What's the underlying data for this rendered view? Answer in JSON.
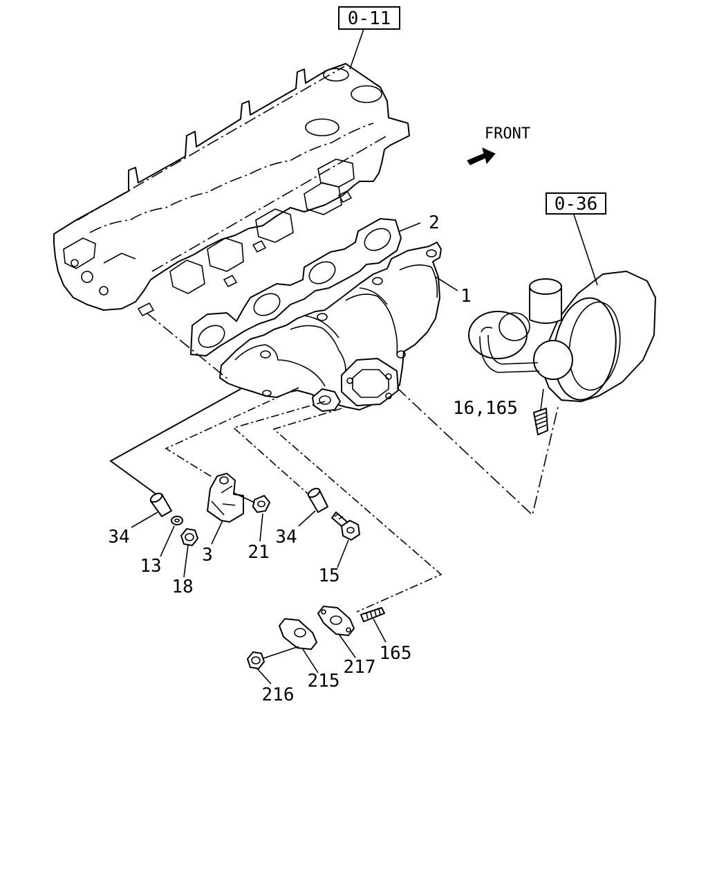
{
  "refs": {
    "cylinder_head": "0-11",
    "turbocharger": "0-36"
  },
  "front_label": "FRONT",
  "callouts": {
    "exhaust_manifold": "1",
    "manifold_gasket": "2",
    "bracket": "3",
    "dowel_left": "34",
    "washer": "13",
    "nut_18": "18",
    "bolt_21": "21",
    "dowel_right": "34",
    "bolt_15": "15",
    "stud_turbo": "16,165",
    "stud_165": "165",
    "gasket_217": "217",
    "cover_215": "215",
    "nut_216": "216"
  }
}
